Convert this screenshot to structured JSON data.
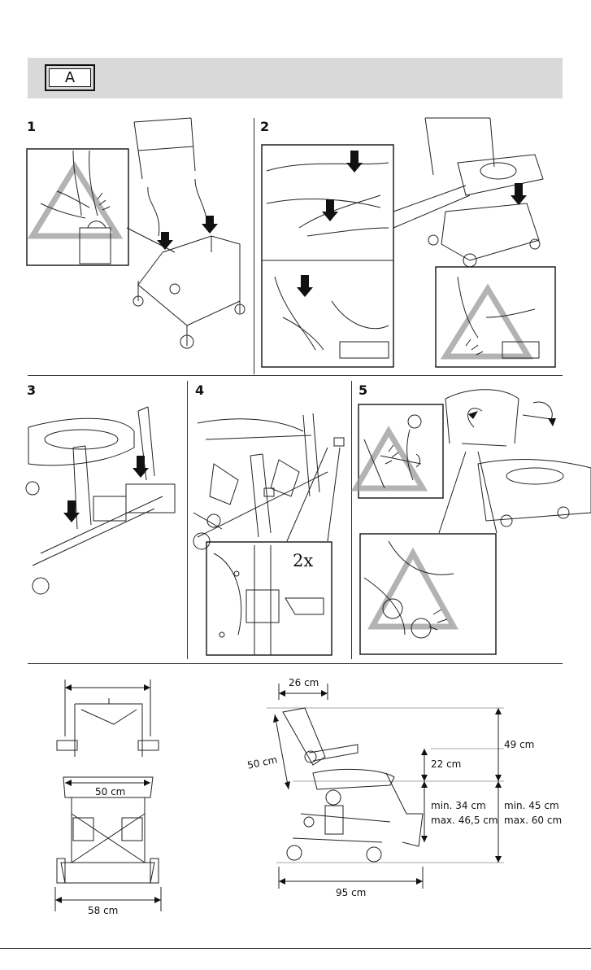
{
  "section": {
    "label": "A"
  },
  "steps": [
    {
      "number": "1"
    },
    {
      "number": "2"
    },
    {
      "number": "3"
    },
    {
      "number": "4"
    },
    {
      "number": "5"
    }
  ],
  "step4_note": "2x",
  "dimensions": {
    "front_inner_width": "50 cm",
    "front_total_width": "58 cm",
    "backrest_depth": "26 cm",
    "backrest_height": "50 cm",
    "armrest_height": "22 cm",
    "upper_height": "49 cm",
    "seat_height_range": {
      "min": "min. 34 cm",
      "max": "max. 46,5 cm"
    },
    "total_height_range": {
      "min": "min. 45 cm",
      "max": "max. 60 cm"
    },
    "total_length": "95 cm"
  }
}
